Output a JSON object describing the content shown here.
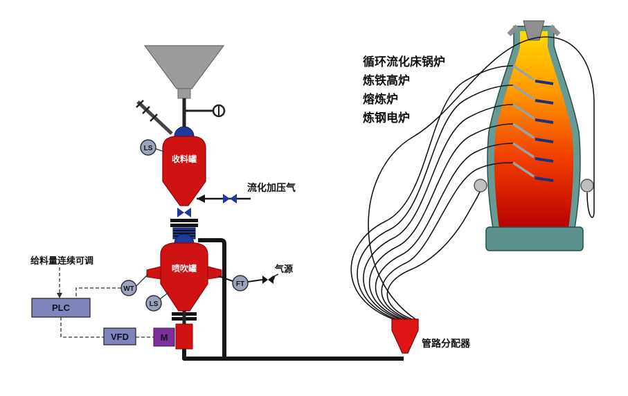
{
  "applications": {
    "items": [
      "循环流化床锅炉",
      "炼铁高炉",
      "熔炼炉",
      "炼钢电炉"
    ]
  },
  "equipment": {
    "receiving_tank_label": "收料罐",
    "injection_tank_label": "喷吹罐",
    "distributor_label": "管路分配器"
  },
  "annotations": {
    "fluidizing_gas": "流化加压气",
    "gas_source": "气源",
    "feed_note": "给料量连续可调"
  },
  "instruments": {
    "ls_upper": "LS",
    "wt": "WT",
    "ls_lower": "LS",
    "ft": "FT"
  },
  "controls": {
    "plc": "PLC",
    "vfd": "VFD",
    "motor": "M"
  },
  "colors": {
    "vessel_red": "#cf1212",
    "valve_navy": "#1d3a9c",
    "hopper_gray": "#9c9c9c",
    "instrument_gray": "#9aa3b8",
    "control_purple": "#8084bd",
    "motor_purple": "#7d2f9e",
    "distributor_red": "#dd1515",
    "furnace_shell_teal": "#679a95",
    "furnace_top_yellow": "#ffd900",
    "furnace_bottom_red": "#b80000",
    "pipe_black": "#161616"
  }
}
